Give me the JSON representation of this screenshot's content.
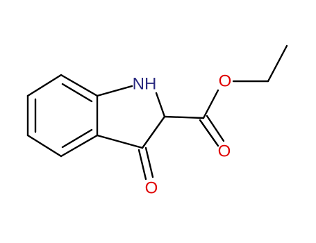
{
  "atoms": {
    "n1": {
      "label": "NH",
      "color": "#2a2a80"
    },
    "o_ring": {
      "label": "O",
      "color": "#e00000"
    },
    "o_ester": {
      "label": "O",
      "color": "#e00000"
    },
    "o_carbonyl": {
      "label": "O",
      "color": "#e00000"
    }
  },
  "colors": {
    "bond": "#000000",
    "background": "#ffffff"
  }
}
